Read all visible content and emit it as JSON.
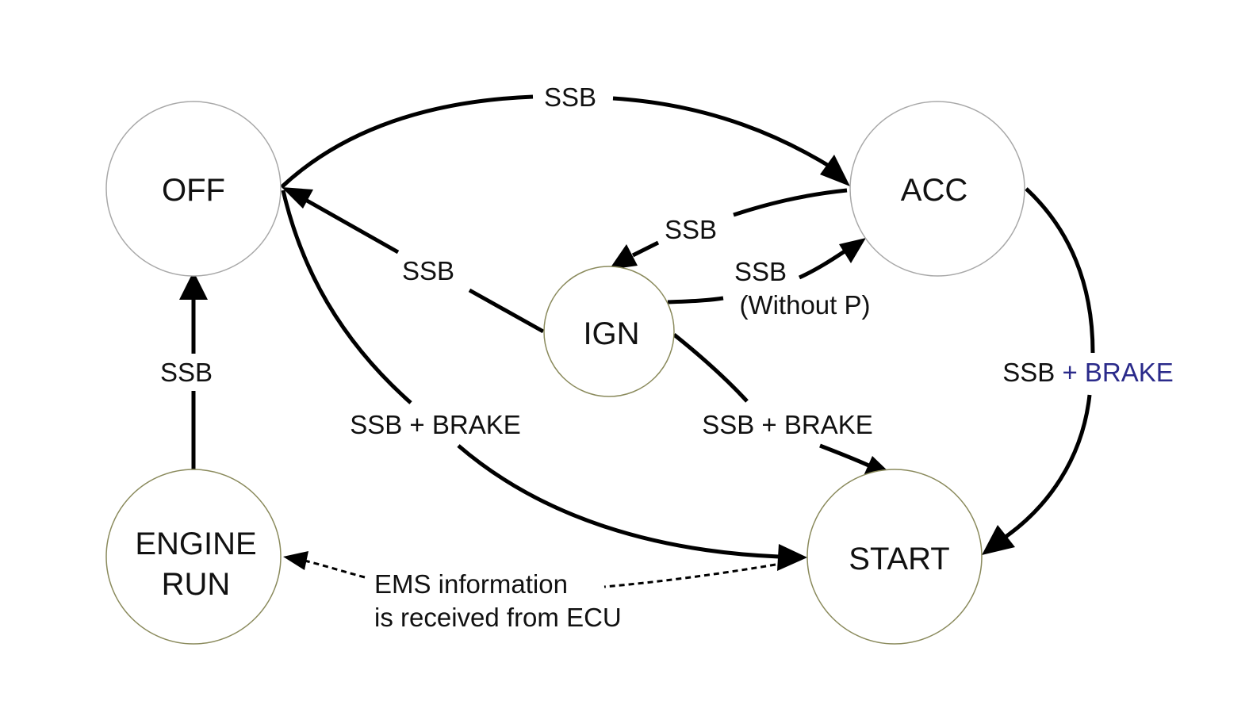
{
  "colors": {
    "state_border_gray": "#a8a8a8",
    "state_border_olive": "#8a8a5c",
    "brake_blue": "#2a2a8a",
    "line": "#000000"
  },
  "states": {
    "off": "OFF",
    "acc": "ACC",
    "ign": "IGN",
    "engine_run_line1": "ENGINE",
    "engine_run_line2": "RUN",
    "start": "START"
  },
  "transitions": {
    "off_to_acc": "SSB",
    "acc_to_ign": "SSB",
    "ign_to_off": "SSB",
    "ign_to_acc_line1": "SSB",
    "ign_to_acc_line2": "(Without P)",
    "engine_run_to_off": "SSB",
    "off_to_start": "SSB + BRAKE",
    "ign_to_start": "SSB + BRAKE",
    "acc_to_start_part1": "SSB",
    "acc_to_start_plus": "+",
    "acc_to_start_part2": "BRAKE",
    "start_to_engine_run_line1": "EMS information",
    "start_to_engine_run_line2": "is received from ECU"
  }
}
